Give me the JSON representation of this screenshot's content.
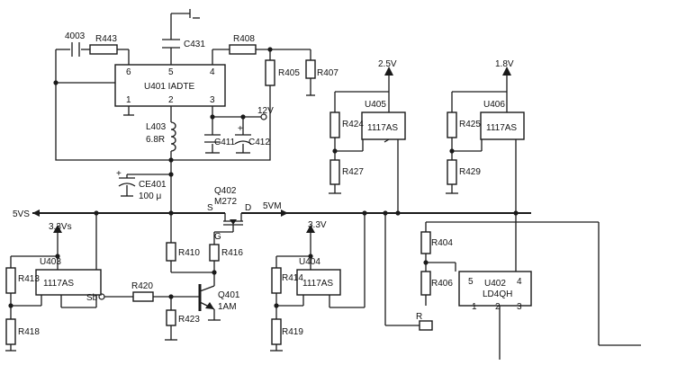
{
  "labels": {
    "c4003": "4003",
    "r443": "R443",
    "c431": "C431",
    "r408": "R408",
    "u401": "U401  IADTE",
    "u401_p6": "6",
    "u401_p5": "5",
    "u401_p4": "4",
    "u401_p1": "1",
    "u401_p2": "2",
    "u401_p3": "3",
    "r405": "R405",
    "r407": "R407",
    "l403": "L403",
    "l403_val": "6.8R",
    "c411": "C411",
    "c412": "C412",
    "v12": "12V",
    "v2_5": "2.5V",
    "u405": "U405",
    "u405_part": "1117AS",
    "r424": "R424",
    "r427": "R427",
    "v1_8": "1.8V",
    "u406": "U406",
    "u406_part": "1117AS",
    "r425": "R425",
    "r429": "R429",
    "ce401": "CE401",
    "ce401_val": "100 μ",
    "q402": "Q402",
    "q402_part": "M272",
    "q402_s": "S",
    "q402_d": "D",
    "q402_g": "G",
    "v5vs": "5VS",
    "v5vm": "5VM",
    "v3_3vs": "3.3Vs",
    "u403": "U403",
    "u403_part": "1117AS",
    "r413": "R413",
    "r418": "R418",
    "r410": "R410",
    "r416": "R416",
    "sb": "Sb",
    "r420": "R420",
    "r423": "R423",
    "q401": "Q401",
    "q401_val": "1AM",
    "v3_3v": "3.3V",
    "u404": "U404",
    "u404_part": "1117AS",
    "r414": "R414",
    "r419": "R419",
    "r404": "R404",
    "r406": "R406",
    "u402": "U402",
    "u402_part": "LD4QH",
    "u402_p5": "5",
    "u402_p4": "4",
    "u402_p1": "1",
    "u402_p2": "2",
    "u402_p3": "3",
    "r_partial": "R"
  }
}
